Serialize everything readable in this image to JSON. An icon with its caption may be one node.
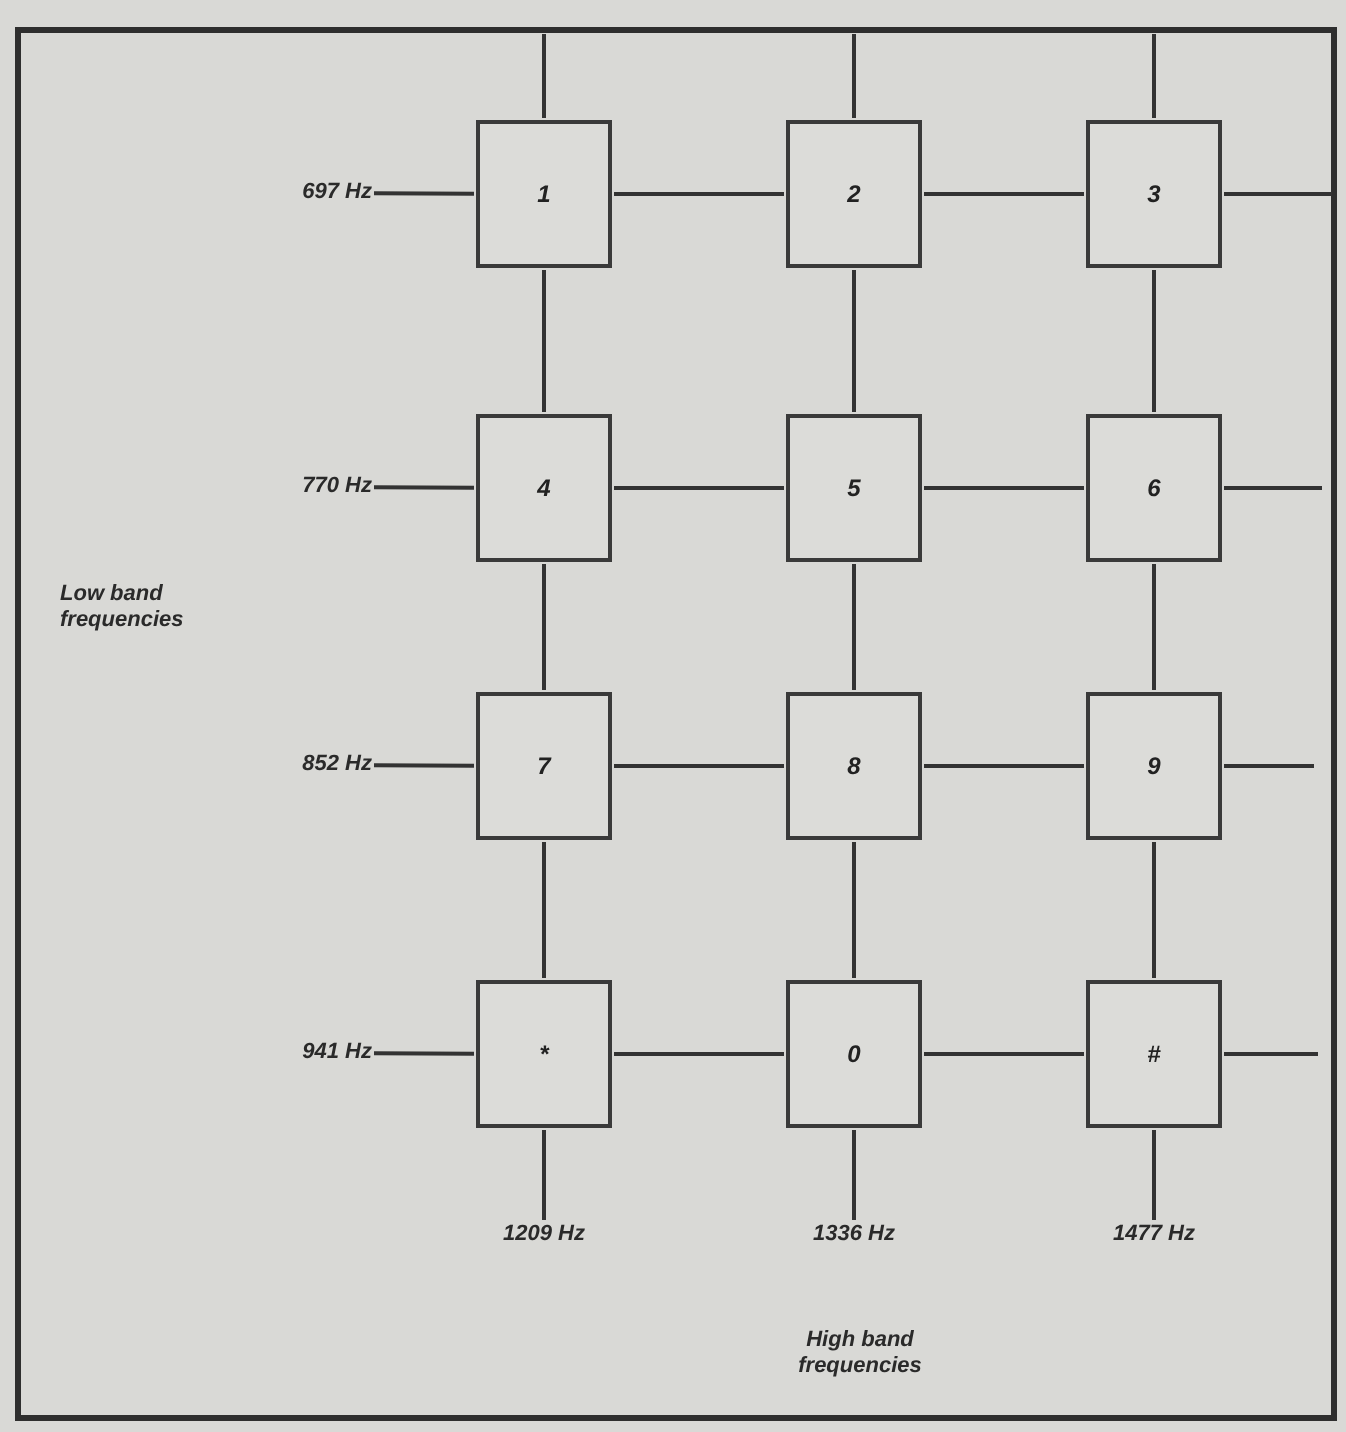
{
  "diagram": {
    "nodes": [
      {
        "text": [
          "1"
        ]
      },
      {
        "text": [
          "2"
        ]
      },
      {
        "text": [
          "3"
        ]
      },
      {
        "text": [
          "4"
        ]
      },
      {
        "text": [
          "5"
        ]
      },
      {
        "text": [
          "6"
        ]
      },
      {
        "text": [
          "7"
        ]
      },
      {
        "text": [
          "8"
        ]
      },
      {
        "text": [
          "9"
        ]
      },
      {
        "text": [
          "*"
        ]
      },
      {
        "text": [
          "0"
        ]
      },
      {
        "text": [
          "#"
        ]
      },
      {
        "text": [
          "697 Hz"
        ]
      },
      {
        "text": [
          "770 Hz"
        ]
      },
      {
        "text": [
          "852 Hz"
        ]
      },
      {
        "text": [
          "941 Hz"
        ]
      },
      {
        "text": [
          "1209 Hz"
        ]
      },
      {
        "text": [
          "1336 Hz"
        ]
      },
      {
        "text": [
          "1477 Hz"
        ]
      }
    ],
    "edges": [
      {
        "from": null,
        "to": 0,
        "arrow": "none"
      },
      {
        "from": null,
        "to": 1,
        "arrow": "none"
      },
      {
        "from": null,
        "to": 2,
        "arrow": "none"
      },
      {
        "from": 12,
        "to": 0,
        "arrow": "none"
      },
      {
        "from": 0,
        "to": 1,
        "arrow": "none"
      },
      {
        "from": 1,
        "to": 2,
        "arrow": "none"
      },
      {
        "from": 2,
        "to": null,
        "arrow": "none"
      },
      {
        "from": 13,
        "to": 3,
        "arrow": "none"
      },
      {
        "from": 3,
        "to": 4,
        "arrow": "none"
      },
      {
        "from": 4,
        "to": 5,
        "arrow": "none"
      },
      {
        "from": 5,
        "to": null,
        "arrow": "none"
      },
      {
        "from": 14,
        "to": 6,
        "arrow": "none"
      },
      {
        "from": 6,
        "to": 7,
        "arrow": "none"
      },
      {
        "from": 7,
        "to": 8,
        "arrow": "none"
      },
      {
        "from": 8,
        "to": null,
        "arrow": "none"
      },
      {
        "from": 15,
        "to": 9,
        "arrow": "none"
      },
      {
        "from": 9,
        "to": 10,
        "arrow": "none"
      },
      {
        "from": 10,
        "to": 11,
        "arrow": "none"
      },
      {
        "from": 11,
        "to": null,
        "arrow": "none"
      },
      {
        "from": 0,
        "to": 3,
        "arrow": "none"
      },
      {
        "from": 3,
        "to": 6,
        "arrow": "none"
      },
      {
        "from": 6,
        "to": 9,
        "arrow": "none"
      },
      {
        "from": 9,
        "to": 16,
        "arrow": "none"
      },
      {
        "from": 1,
        "to": 4,
        "arrow": "none"
      },
      {
        "from": 4,
        "to": 7,
        "arrow": "none"
      },
      {
        "from": 7,
        "to": 10,
        "arrow": "none"
      },
      {
        "from": 10,
        "to": 17,
        "arrow": "none"
      },
      {
        "from": 2,
        "to": 5,
        "arrow": "none"
      },
      {
        "from": 5,
        "to": 8,
        "arrow": "none"
      },
      {
        "from": 8,
        "to": 11,
        "arrow": "none"
      },
      {
        "from": 11,
        "to": 18,
        "arrow": "none"
      }
    ],
    "labels": [
      "Low band frequencies",
      "High band frequencies"
    ]
  }
}
